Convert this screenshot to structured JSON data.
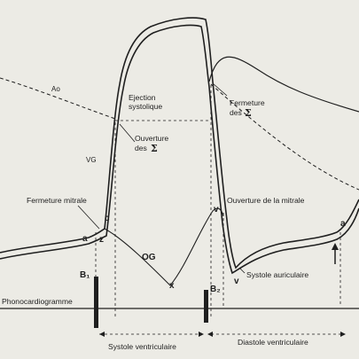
{
  "labels": {
    "ao": "Ao",
    "vg": "VG",
    "og": "OG",
    "ejection_1": "Ejection",
    "ejection_2": "systolique",
    "ouverture_sig_1": "Ouverture",
    "ouverture_sig_2": "des",
    "fermeture_sig_1": "Fermeture",
    "fermeture_sig_2": "des",
    "sigma": "Σ",
    "fermeture_mitrale": "Fermeture mitrale",
    "ouverture_mitrale": "Ouverture de la mitrale",
    "systole_auriculaire": "Systole auriculaire",
    "phonocardiogramme": "Phonocardiogramme",
    "b1": "B₁",
    "b2": "B₂",
    "systole_ventriculaire": "Systole ventriculaire",
    "diastole_ventriculaire": "Diastole ventriculaire",
    "point_a_left": "a",
    "point_z": "z",
    "point_c": "c",
    "point_x": "x",
    "point_v_upper": "v",
    "point_v_lower": "v",
    "point_a_right": "a"
  },
  "colors": {
    "background": "#ecebe5",
    "ink": "#1f1f1f"
  }
}
